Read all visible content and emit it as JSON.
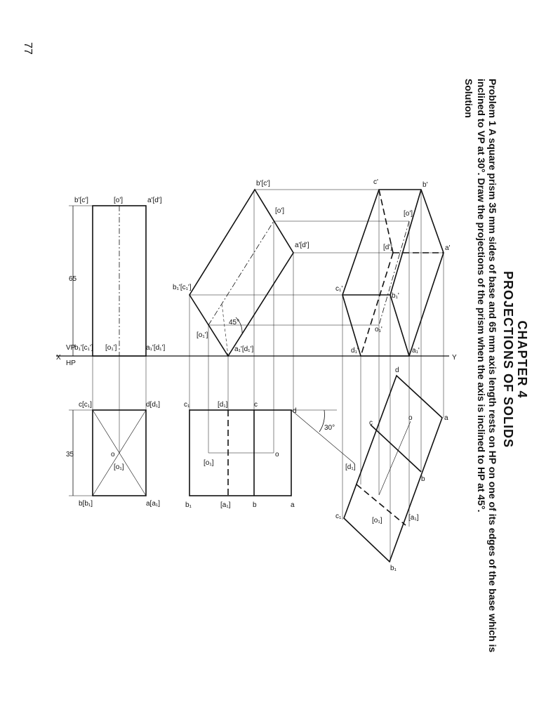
{
  "header": {
    "chapter": "CHAPTER 4",
    "title": "PROJECTIONS OF SOLIDS"
  },
  "problem": {
    "label": "Problem 1",
    "text": "A square prism 35 mm sides of base and 65 mm axis length rests on HP on one of its edges of the base which is inclined to VP at 30°. Draw the projections of the prism when the axis is inclined to HP at 45°.",
    "solution_label": "Solution"
  },
  "page_number": "77",
  "drawing": {
    "ref_line": {
      "x": "X",
      "y": "Y",
      "vp": "VP",
      "hp": "HP"
    },
    "dimensions": {
      "axis_length": "65",
      "base_side": "35",
      "angle_hp": "45°",
      "angle_vp": "30°"
    },
    "labels": {
      "fv1_top_left": "b'[c']",
      "fv1_top_mid": "[o']",
      "fv1_top_right": "a'[d']",
      "fv1_bot_left": "b₁'[c₁']",
      "fv1_bot_mid": "[o₁']",
      "fv1_bot_right": "a₁'[d₁']",
      "tv1_tl": "c[c₁]",
      "tv1_tr": "d[d₁]",
      "tv1_bl": "b[b₁]",
      "tv1_br": "a[a₁]",
      "tv1_o": "o",
      "tv1_o1": "[o₁]",
      "fv2_b": "b'[c']",
      "fv2_o": "[o']",
      "fv2_a": "a'[d']",
      "fv2_b1": "b₁'[c₁']",
      "fv2_o1": "[o₁']",
      "fv2_a1": "a₁'[d₁']",
      "tv2_c1": "c₁",
      "tv2_d1": "[d₁]",
      "tv2_c": "c",
      "tv2_d": "d",
      "tv2_b1": "b₁",
      "tv2_a1": "[a₁]",
      "tv2_b": "b",
      "tv2_a": "a",
      "tv2_o": "o",
      "tv2_o1": "[o₁]",
      "fv3_c": "c'",
      "fv3_b": "b'",
      "fv3_o": "[o']",
      "fv3_d": "[d']",
      "fv3_a": "a'",
      "fv3_c1": "c₁'",
      "fv3_b1": "b₁'",
      "fv3_o1": "o₁'",
      "fv3_d1": "d₁'",
      "fv3_a1": "a₁'",
      "tv3_d": "d",
      "tv3_a": "a",
      "tv3_c": "c",
      "tv3_o": "o",
      "tv3_b": "b",
      "tv3_d1": "[d₁]",
      "tv3_o1": "[o₁]",
      "tv3_a1": "[a₁]",
      "tv3_c1": "c₁",
      "tv3_b1": "b₁"
    }
  }
}
